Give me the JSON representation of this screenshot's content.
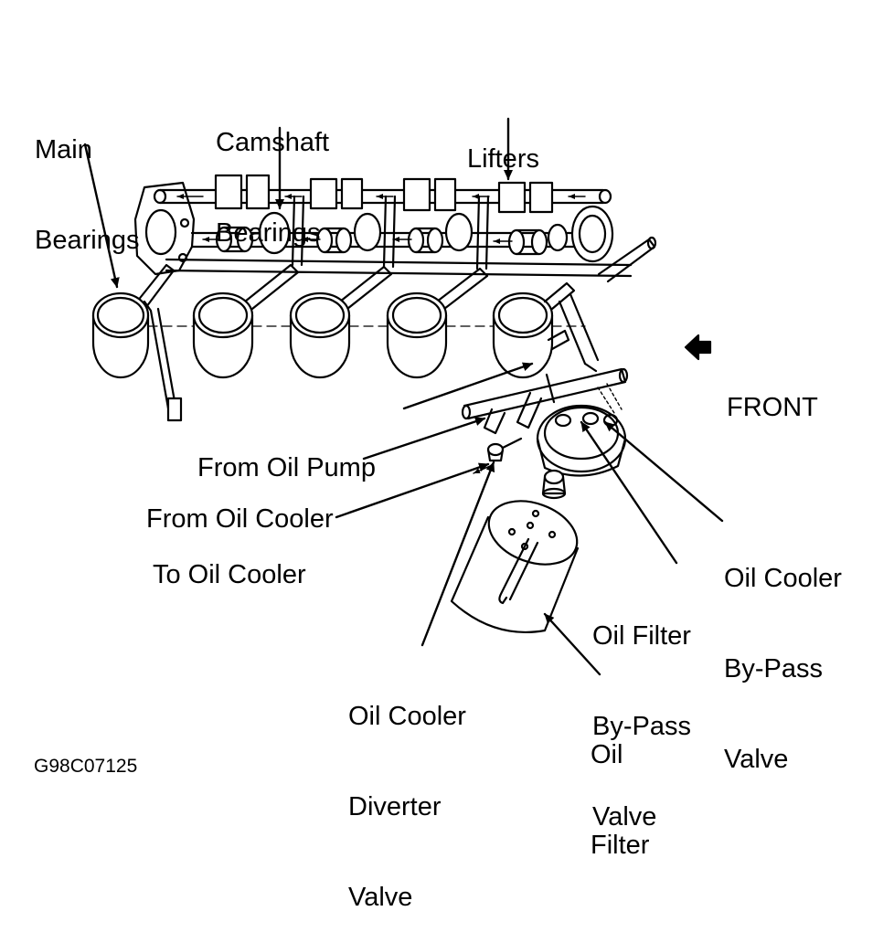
{
  "labels": {
    "main_bearings": [
      "Main",
      "Bearings"
    ],
    "camshaft_bearings": [
      "Camshaft",
      "Bearings"
    ],
    "lifters": "Lifters",
    "front": "FRONT",
    "from_oil_pump": "From Oil Pump",
    "from_oil_cooler": "From Oil Cooler",
    "to_oil_cooler": "To Oil Cooler",
    "oil_cooler_bypass_valve": [
      "Oil Cooler",
      "By-Pass",
      "Valve"
    ],
    "oil_filter_bypass_valve": [
      "Oil Filter",
      "By-Pass",
      "Valve"
    ],
    "oil_cooler_diverter_valve": [
      "Oil Cooler",
      "Diverter",
      "Valve"
    ],
    "oil_filter": [
      "Oil",
      "Filter"
    ]
  },
  "figure_code": "G98C07125"
}
